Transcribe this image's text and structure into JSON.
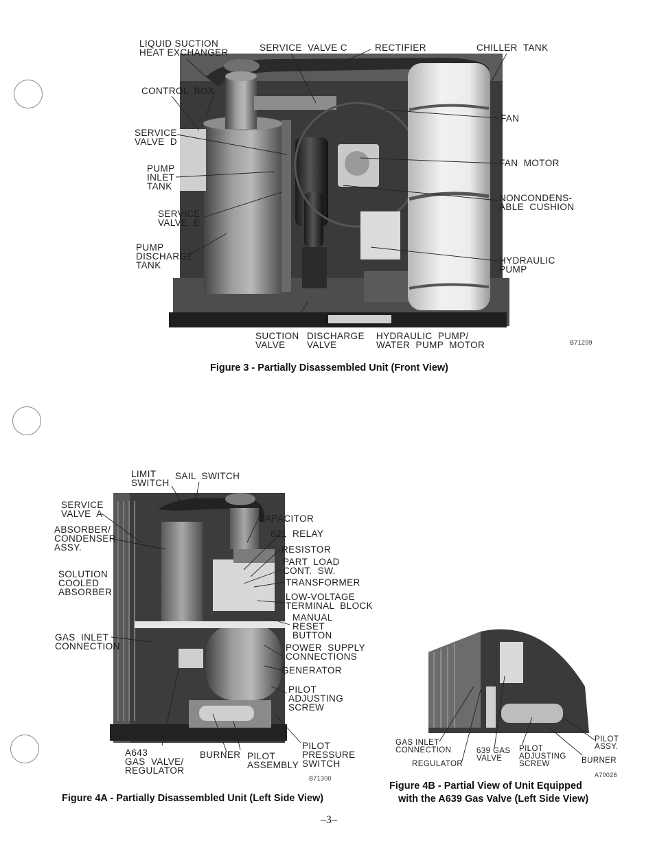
{
  "figure3": {
    "caption": "Figure 3 - Partially Disassembled Unit (Front View)",
    "code": "B71299",
    "labels": {
      "liquid_suction": "LIQUID SUCTION\nHEAT EXCHANGER",
      "service_valve_c": "SERVICE  VALVE C",
      "rectifier": "RECTIFIER",
      "chiller_tank": "CHILLER  TANK",
      "control_box": "CONTROL  BOX",
      "service_valve_d": "SERVICE\nVALVE  D",
      "pump_inlet_tank": "PUMP\nINLET\nTANK",
      "service_valve_e": "SERVICE\nVALVE  E",
      "pump_discharge_tank": "PUMP\nDISCHARGE\nTANK",
      "fan": "FAN",
      "fan_motor": "FAN  MOTOR",
      "noncondensable_cushion": "NONCONDENS-\nABLE  CUSHION",
      "hydraulic_pump": "HYDRAULIC\nPUMP",
      "suction_valve": "SUCTION\nVALVE",
      "discharge_valve": "DISCHARGE\nVALVE",
      "hydraulic_water_pump_motor": "HYDRAULIC  PUMP/\nWATER  PUMP  MOTOR"
    }
  },
  "figure4a": {
    "caption": "Figure 4A - Partially Disassembled Unit (Left Side View)",
    "code": "B71300",
    "labels": {
      "limit_switch": "LIMIT\nSWITCH",
      "sail_switch": "SAIL  SWITCH",
      "service_valve_a": "SERVICE\nVALVE  A",
      "absorber_condenser": "ABSORBER/\nCONDENSER\nASSY.",
      "solution_cooled_absorber": "SOLUTION\nCOOLED\nABSORBER",
      "gas_inlet_connection": "GAS  INLET\nCONNECTION",
      "capacitor": "CAPACITOR",
      "relay_821": "821  RELAY",
      "resistor": "RESISTOR",
      "part_load_switch": "PART  LOAD\nCONT.  SW.",
      "transformer": "TRANSFORMER",
      "low_voltage_block": "LOW-VOLTAGE\nTERMINAL  BLOCK",
      "manual_reset": "MANUAL\nRESET\nBUTTON",
      "power_supply": "POWER  SUPPLY\nCONNECTIONS",
      "generator": "GENERATOR",
      "pilot_adjusting": "PILOT\nADJUSTING\nSCREW",
      "a643_gas_valve": "A643\nGAS  VALVE/\nREGULATOR",
      "burner": "BURNER",
      "pilot_assembly": "PILOT\nASSEMBLY",
      "pilot_pressure": "PILOT\nPRESSURE\nSWITCH"
    }
  },
  "figure4b": {
    "caption_line1": "Figure 4B - Partial  View  of  Unit  Equipped",
    "caption_line2": "with the A639 Gas Valve (Left Side View)",
    "code": "A70026",
    "labels": {
      "gas_inlet_connection": "GAS INLET\nCONNECTION",
      "regulator": "REGULATOR",
      "gas_valve_639": "639 GAS\nVALVE",
      "pilot_adjusting": "PILOT\nADJUSTING\nSCREW",
      "pilot_assy": "PILOT\nASSY.",
      "burner": "BURNER"
    }
  },
  "page_number": "–3–"
}
